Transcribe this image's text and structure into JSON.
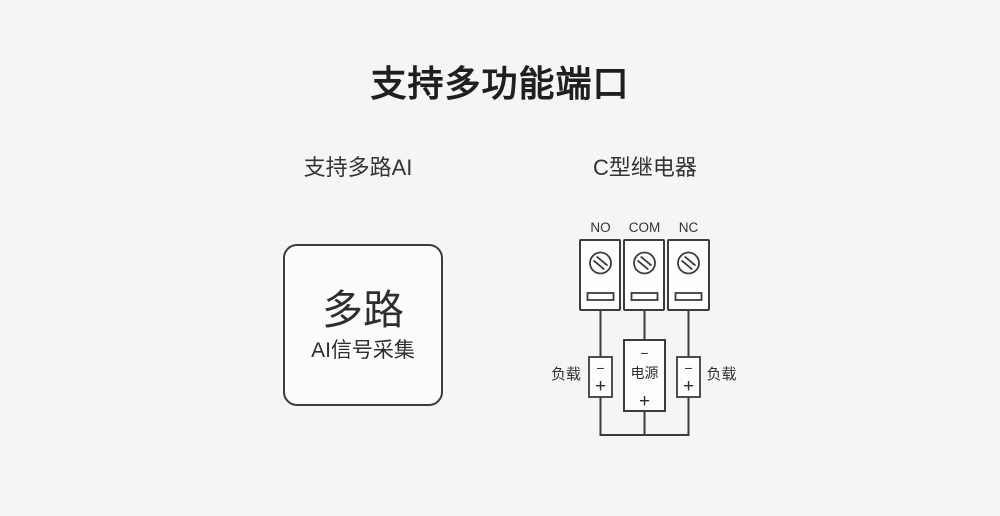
{
  "title": "支持多功能端口",
  "colors": {
    "background": "#f5f5f5",
    "line": "#3c3c3c",
    "text": "#333333",
    "box_fill": "#fdfdfd"
  },
  "sections": {
    "ai": {
      "subtitle": "支持多路AI",
      "card": {
        "line1": "多路",
        "line2": "AI信号采集"
      }
    },
    "relay": {
      "subtitle": "C型继电器",
      "terminals": [
        "NO",
        "COM",
        "NC"
      ],
      "power": {
        "minus": "−",
        "label": "电源",
        "plus": "+"
      },
      "load_left": {
        "label": "负载",
        "minus": "−",
        "plus": "+"
      },
      "load_right": {
        "label": "负载",
        "minus": "−",
        "plus": "+"
      }
    }
  }
}
